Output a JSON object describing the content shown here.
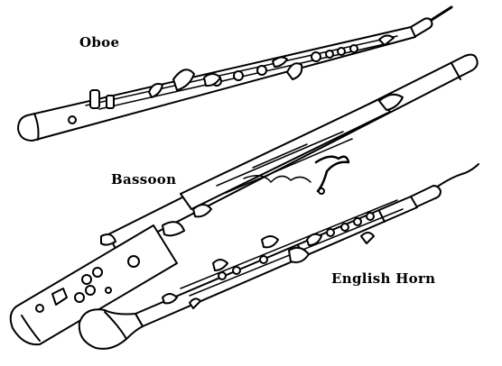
{
  "labels": {
    "oboe": "Oboe",
    "bassoon": "Bassoon",
    "english_horn": "English Horn"
  },
  "colors": {
    "ink": "#000000",
    "paper": "#ffffff"
  }
}
